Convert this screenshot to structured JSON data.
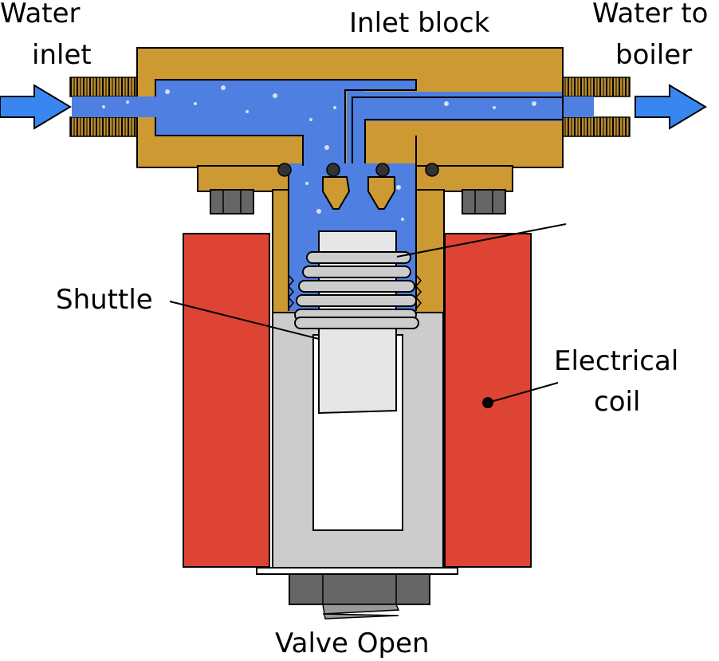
{
  "labels": {
    "water_inlet_line1": "Water",
    "water_inlet_line2": "inlet",
    "inlet_block": "Inlet block",
    "water_to_boiler_line1": "Water to",
    "water_to_boiler_line2": "boiler",
    "shuttle": "Shuttle",
    "electrical_coil_line1": "Electrical",
    "electrical_coil_line2": "coil",
    "valve_open": "Valve Open"
  },
  "colors": {
    "brass": "#cc9933",
    "water": "#4f7fe0",
    "coil": "#dd4433",
    "steel_tube": "#cccccc",
    "shuttle": "#e6e6e6",
    "nut": "#666666",
    "arrow": "#3a86f0",
    "outline": "#000000"
  }
}
